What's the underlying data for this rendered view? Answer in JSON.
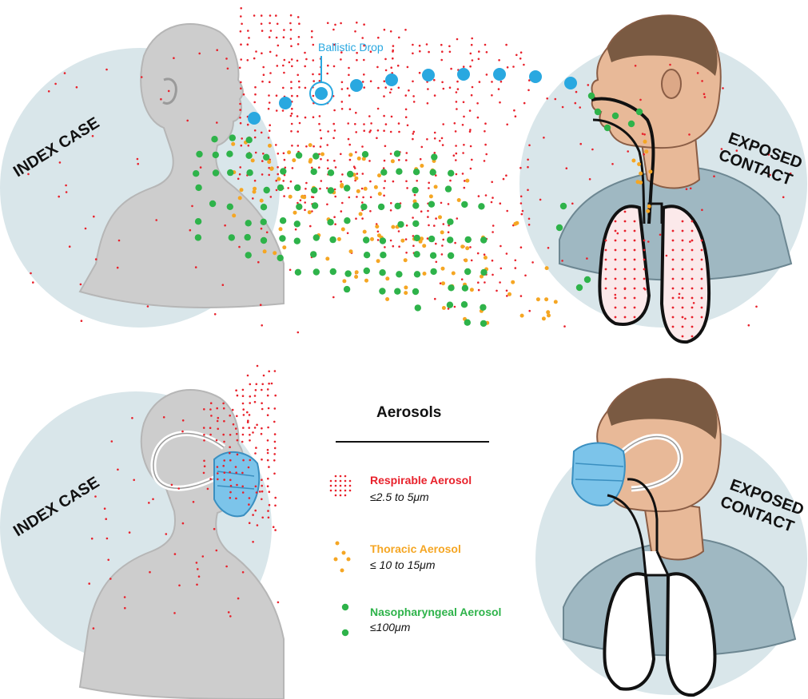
{
  "labels": {
    "index_case": "INDEX CASE",
    "exposed_contact_line1": "EXPOSED",
    "exposed_contact_line2": "CONTACT",
    "ballistic_drop": "Ballistic Drop"
  },
  "legend": {
    "title": "Aerosols",
    "items": [
      {
        "name": "Respirable Aerosol",
        "size": "≤2.5 to 5μm",
        "color": "#e8212b",
        "marker": "small-dots-grid"
      },
      {
        "name": "Thoracic Aerosol",
        "size": "≤ 10 to 15μm",
        "color": "#f5a623",
        "marker": "medium-dots"
      },
      {
        "name": "Nasopharyngeal Aerosol",
        "size": "≤100μm",
        "color": "#2eb34a",
        "marker": "large-dots"
      }
    ]
  },
  "colors": {
    "respirable": "#e8212b",
    "thoracic": "#f5a623",
    "nasopharyngeal": "#2eb34a",
    "ballistic": "#29a8e0",
    "circle_bg": "#d9e6ea",
    "skin": "#e8b998",
    "hair": "#7a5a42",
    "shirt": "#9fb8c2",
    "index_gray": "#cfcfcf",
    "mask": "#7cc4ea"
  }
}
